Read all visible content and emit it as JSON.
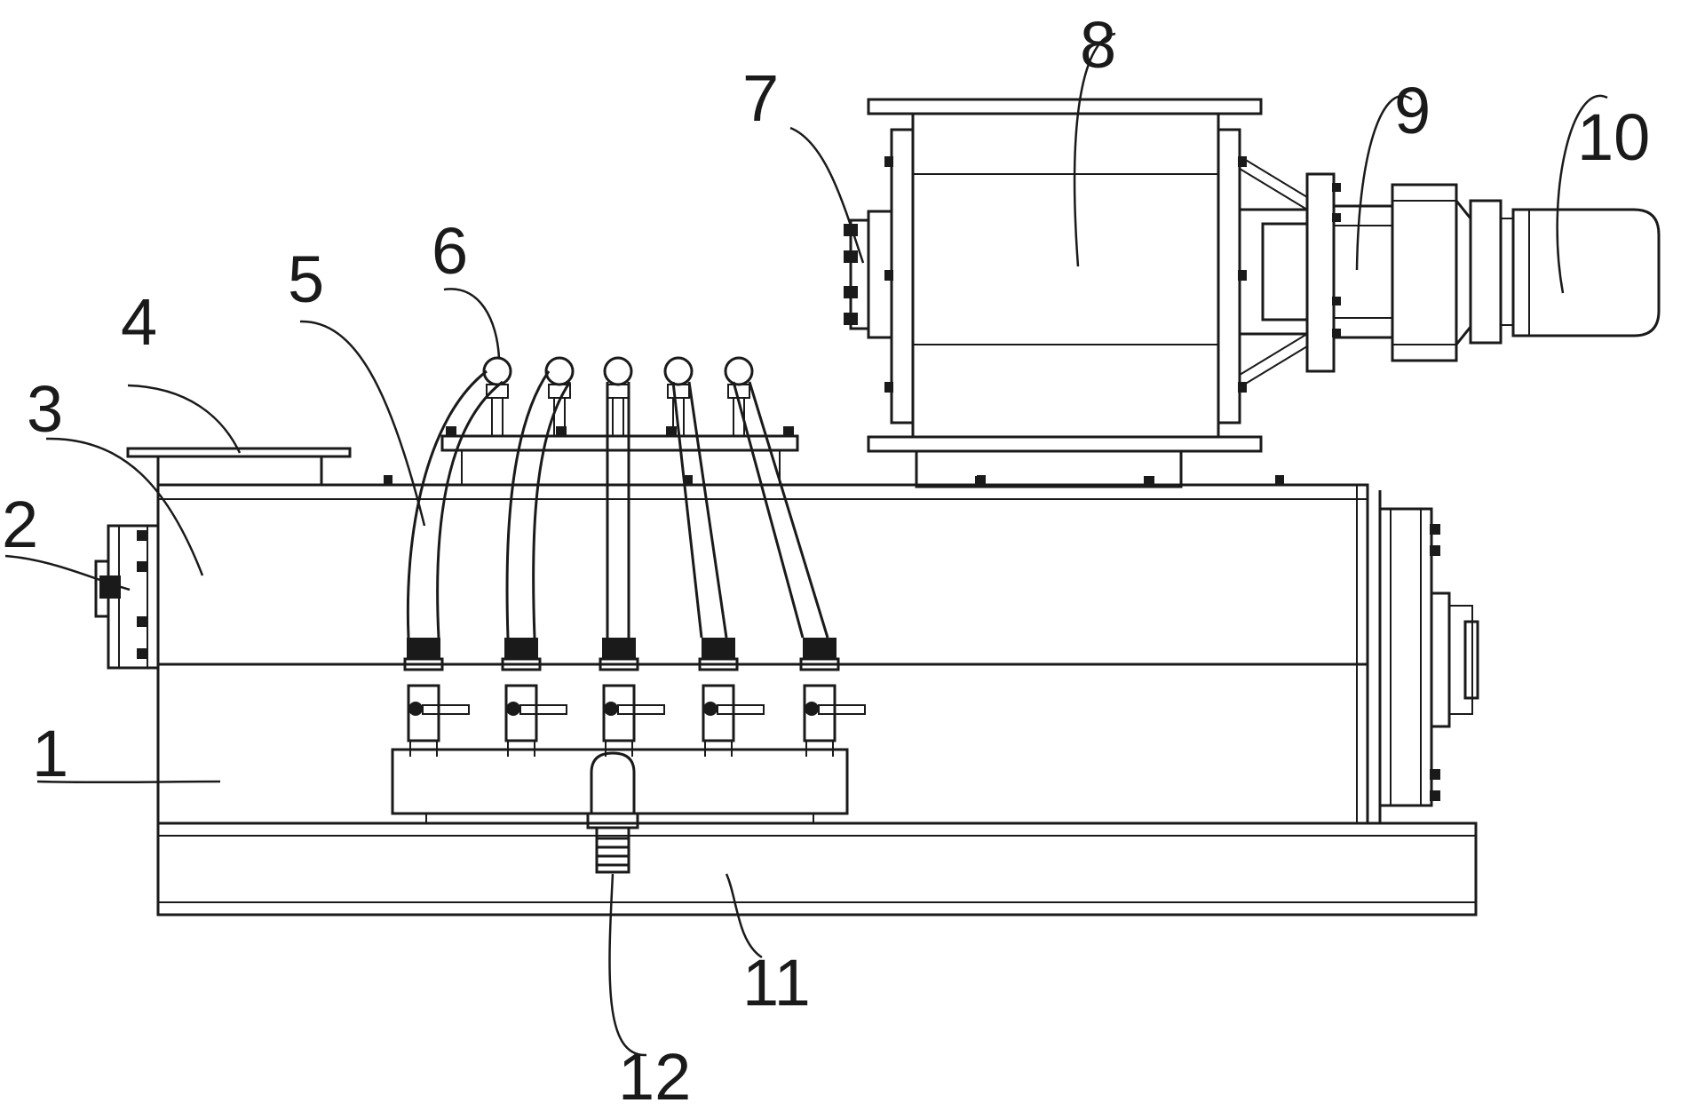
{
  "labels": {
    "l1": "1",
    "l2": "2",
    "l3": "3",
    "l4": "4",
    "l5": "5",
    "l6": "6",
    "l7": "7",
    "l8": "8",
    "l9": "9",
    "l10": "10",
    "l11": "11",
    "l12": "12"
  },
  "colors": {
    "line": "#1a1a1a",
    "background": "#ffffff"
  }
}
